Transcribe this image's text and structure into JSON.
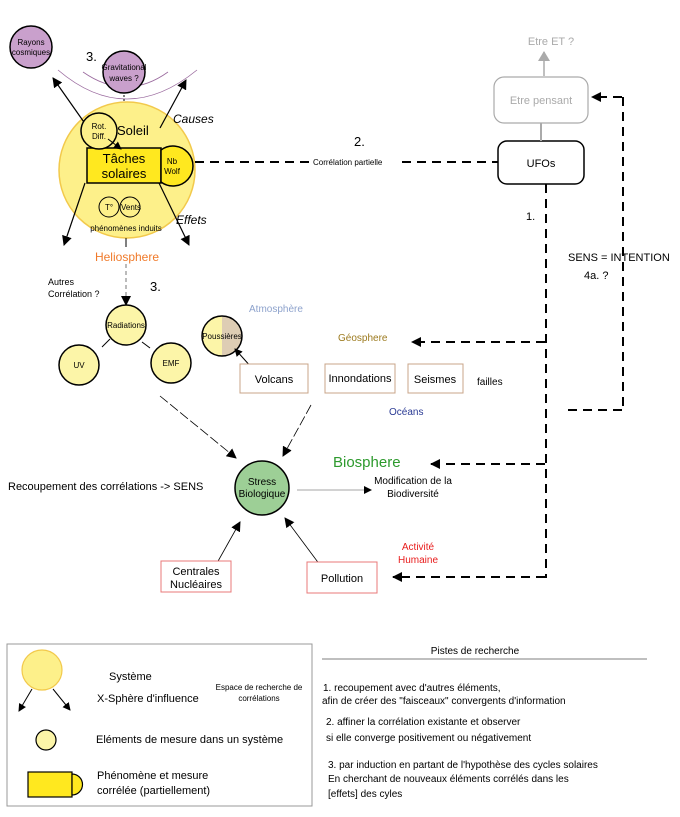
{
  "colors": {
    "sun_fill": "#FDF08A",
    "sun_stroke": "#F2C94C",
    "element_fill": "#FCF5A8",
    "sunspot_fill": "#FFE81F",
    "purple_fill": "#C9A0CC",
    "stress_fill": "#9DCF96",
    "heliosphere": "#F07A2A",
    "atmosphere": "#8DA2CC",
    "geosphere": "#9C7A1E",
    "oceans": "#2A3A94",
    "biosphere": "#2D9A2D",
    "activite": "#E81C1C",
    "geo_box": "#C8A488",
    "human_box": "#E87878",
    "grey": "#AAAAAA",
    "poussieres_right": "#DECDB4"
  },
  "nodes": {
    "rayons": [
      "Rayons",
      "cosmiques"
    ],
    "gravitational": [
      "Gravitational",
      "waves ?"
    ],
    "three_top": "3.",
    "soleil": "Soleil",
    "rot_diff": [
      "Rot.",
      "Diff."
    ],
    "taches": [
      "Tâches",
      "solaires"
    ],
    "nb_wolf": [
      "Nb",
      "Wolf"
    ],
    "temp": "T°",
    "vents": "Vents",
    "phenomenes": "phénomènes induits",
    "causes": "Causes",
    "effets": "Effets",
    "heliosphere": "Heliosphere",
    "autres": [
      "Autres",
      "Corrélation ?"
    ],
    "three_mid": "3.",
    "radiations": "Radiations",
    "uv": "UV",
    "emf": "EMF",
    "poussieres": "Poussières",
    "atmosphere": "Atmosphère",
    "geosphere": "Géosphere",
    "volcans": "Volcans",
    "innondations": "Innondations",
    "seismes": "Seismes",
    "failles": "failles",
    "oceans": "Océans",
    "two": "2.",
    "correlation_partielle": "Corrélation partielle",
    "ufos": "UFOs",
    "etre_pensant": "Etre pensant",
    "etre_et": "Etre ET ?",
    "one": "1.",
    "sens_intention": "SENS = INTENTION",
    "four_a": "4a. ?",
    "biosphere": "Biosphere",
    "stress": [
      "Stress",
      "Biologique"
    ],
    "modification": [
      "Modification de la",
      "Biodiversité"
    ],
    "recoupement": "Recoupement des corrélations -> SENS",
    "activite": [
      "Activité",
      "Humaine"
    ],
    "centrales": [
      "Centrales",
      "Nucléaires"
    ],
    "pollution": "Pollution"
  },
  "legend": {
    "systeme": "Système",
    "x_sphere": "X-Sphère d'influence",
    "espace": [
      "Espace de recherche de",
      "corrélations"
    ],
    "elements": "Eléments de mesure dans un système",
    "phenomene": [
      "Phénomène et mesure",
      "corrélée (partiellement)"
    ]
  },
  "research": {
    "title": "Pistes de recherche",
    "items": [
      [
        "1. recoupement avec d'autres éléments,",
        "afin de créer des \"faisceaux\" convergents d'information"
      ],
      [
        "2. affiner la corrélation existante et observer",
        "si elle converge positivement ou négativement"
      ],
      [
        "3. par induction en partant de l'hypothèse des cycles solaires",
        "En cherchant de nouveaux éléments corrélés dans les",
        "[effets] des cyles"
      ]
    ]
  }
}
